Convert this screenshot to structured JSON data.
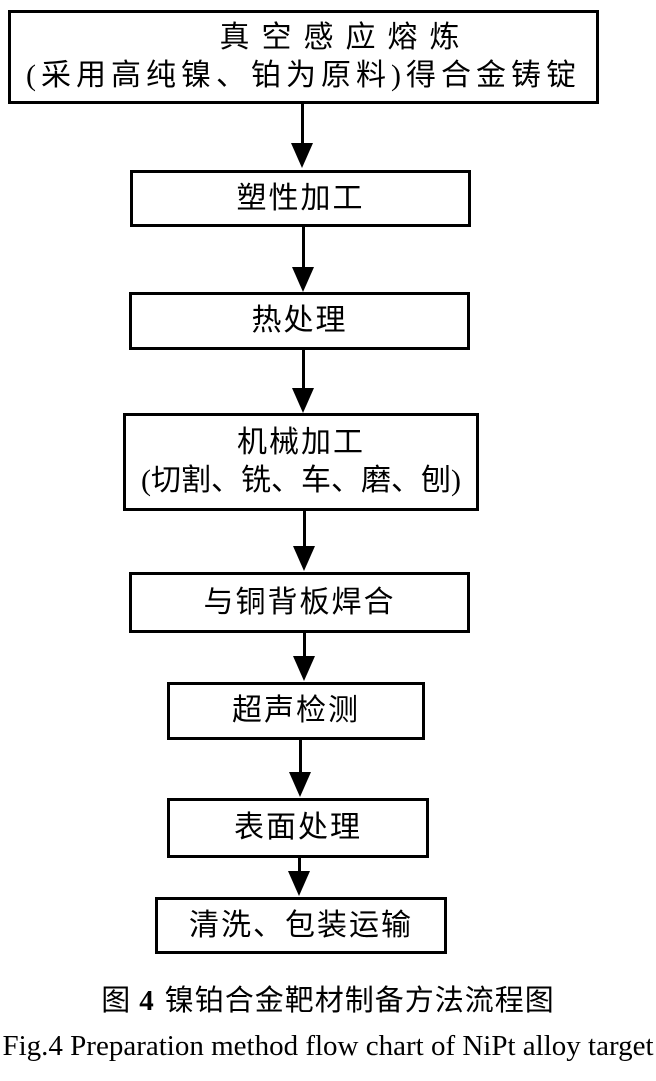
{
  "figure": {
    "type": "flowchart",
    "steps": [
      {
        "id": "vacuum-induction-melting",
        "lines": [
          "真空感应熔炼",
          "(采用高纯镍、铂为原料)得合金铸锭"
        ]
      },
      {
        "id": "plastic-working",
        "lines": [
          "塑性加工"
        ]
      },
      {
        "id": "heat-treatment",
        "lines": [
          "热处理"
        ]
      },
      {
        "id": "machining",
        "lines": [
          "机械加工",
          "(切割、铣、车、磨、刨)"
        ]
      },
      {
        "id": "weld-to-copper-backing-plate",
        "lines": [
          "与铜背板焊合"
        ]
      },
      {
        "id": "ultrasonic-inspection",
        "lines": [
          "超声检测"
        ]
      },
      {
        "id": "surface-treatment",
        "lines": [
          "表面处理"
        ]
      },
      {
        "id": "cleaning-packaging-shipping",
        "lines": [
          "清洗、包装运输"
        ]
      }
    ],
    "caption_zh": {
      "fig_label": "图",
      "fig_number": "4",
      "title": "镍铂合金靶材制备方法流程图"
    },
    "caption_en": "Fig.4 Preparation method flow chart of NiPt alloy target",
    "colors": {
      "ink": "#000000",
      "paper": "#ffffff"
    }
  }
}
